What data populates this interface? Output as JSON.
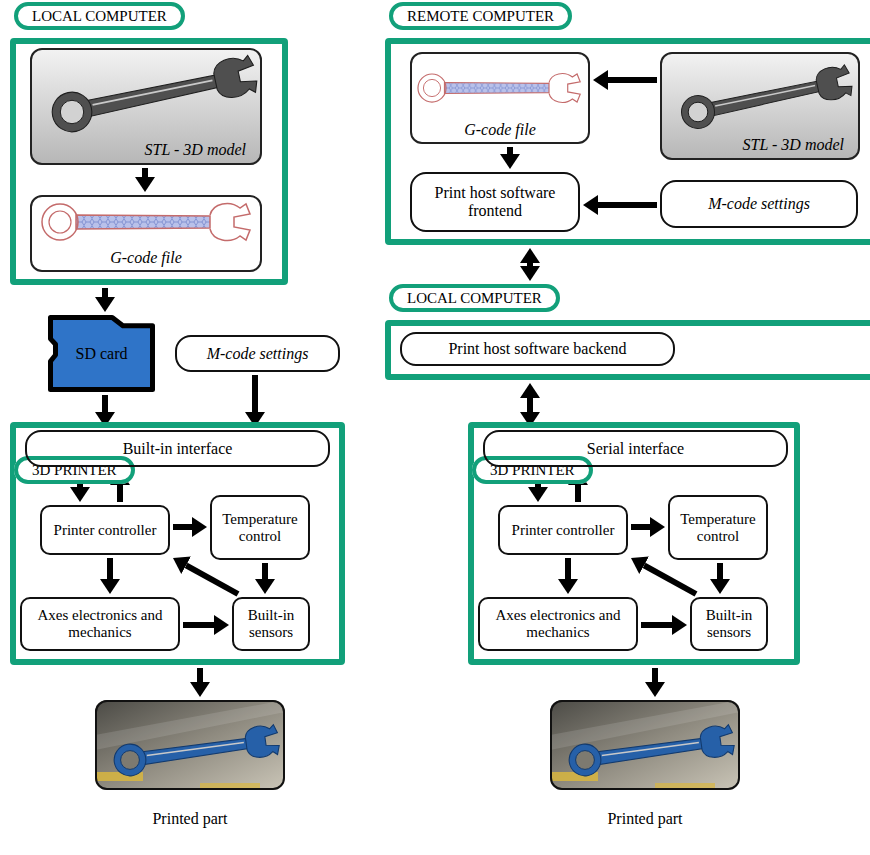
{
  "diagram": {
    "nodes": [
      {
        "text": [
          "LOCAL COMPUTER"
        ]
      },
      {
        "text": [
          "STL - 3D model"
        ],
        "in": 0
      },
      {
        "text": [
          "G-code file"
        ],
        "in": 0
      },
      {
        "text": [
          "SD card"
        ]
      },
      {
        "text": [
          "M-code settings"
        ]
      },
      {
        "text": [
          "3D PRINTER"
        ]
      },
      {
        "text": [
          "Built-in interface"
        ],
        "in": 5
      },
      {
        "text": [
          "Printer controller"
        ],
        "in": 5
      },
      {
        "text": [
          "Temperature control"
        ],
        "in": 5
      },
      {
        "text": [
          "Axes electronics and mechanics"
        ],
        "in": 5
      },
      {
        "text": [
          "Built-in sensors"
        ],
        "in": 5
      },
      {
        "text": [
          "Printed part"
        ]
      },
      {
        "text": [
          "REMOTE COMPUTER"
        ]
      },
      {
        "text": [
          "G-code file"
        ],
        "in": 12
      },
      {
        "text": [
          "STL - 3D model"
        ],
        "in": 12
      },
      {
        "text": [
          "Print host software frontend"
        ],
        "in": 12
      },
      {
        "text": [
          "M-code settings"
        ],
        "in": 12
      },
      {
        "text": [
          "LOCAL COMPUTER"
        ]
      },
      {
        "text": [
          "Print host software backend"
        ],
        "in": 17
      },
      {
        "text": [
          "3D PRINTER"
        ]
      },
      {
        "text": [
          "Serial interface"
        ],
        "in": 19
      },
      {
        "text": [
          "Printer controller"
        ],
        "in": 19
      },
      {
        "text": [
          "Temperature control"
        ],
        "in": 19
      },
      {
        "text": [
          "Axes electronics and mechanics"
        ],
        "in": 19
      },
      {
        "text": [
          "Built-in sensors"
        ],
        "in": 19
      },
      {
        "text": [
          "Printed part"
        ]
      }
    ],
    "edges": [
      {
        "from": 1,
        "to": 2,
        "arrow": "to"
      },
      {
        "from": 0,
        "to": 3,
        "arrow": "to"
      },
      {
        "from": 3,
        "to": 6,
        "arrow": "to"
      },
      {
        "from": 4,
        "to": 6,
        "arrow": "to"
      },
      {
        "from": 6,
        "to": 7,
        "arrow": "to"
      },
      {
        "from": 7,
        "to": 6,
        "arrow": "to"
      },
      {
        "from": 7,
        "to": 8,
        "arrow": "to"
      },
      {
        "from": 7,
        "to": 9,
        "arrow": "to"
      },
      {
        "from": 8,
        "to": 10,
        "arrow": "to"
      },
      {
        "from": 9,
        "to": 10,
        "arrow": "to"
      },
      {
        "from": 10,
        "to": 7,
        "arrow": "to"
      },
      {
        "from": 5,
        "to": 11,
        "arrow": "to"
      },
      {
        "from": 14,
        "to": 13,
        "arrow": "to"
      },
      {
        "from": 13,
        "to": 15,
        "arrow": "to"
      },
      {
        "from": 16,
        "to": 15,
        "arrow": "to"
      },
      {
        "from": 12,
        "to": 17,
        "arrow": "both"
      },
      {
        "from": 17,
        "to": 20,
        "arrow": "both"
      },
      {
        "from": 20,
        "to": 21,
        "arrow": "to"
      },
      {
        "from": 21,
        "to": 20,
        "arrow": "to"
      },
      {
        "from": 21,
        "to": 22,
        "arrow": "to"
      },
      {
        "from": 21,
        "to": 23,
        "arrow": "to"
      },
      {
        "from": 22,
        "to": 24,
        "arrow": "to"
      },
      {
        "from": 23,
        "to": 24,
        "arrow": "to"
      },
      {
        "from": 24,
        "to": 21,
        "arrow": "to"
      },
      {
        "from": 19,
        "to": 25,
        "arrow": "to"
      }
    ]
  }
}
